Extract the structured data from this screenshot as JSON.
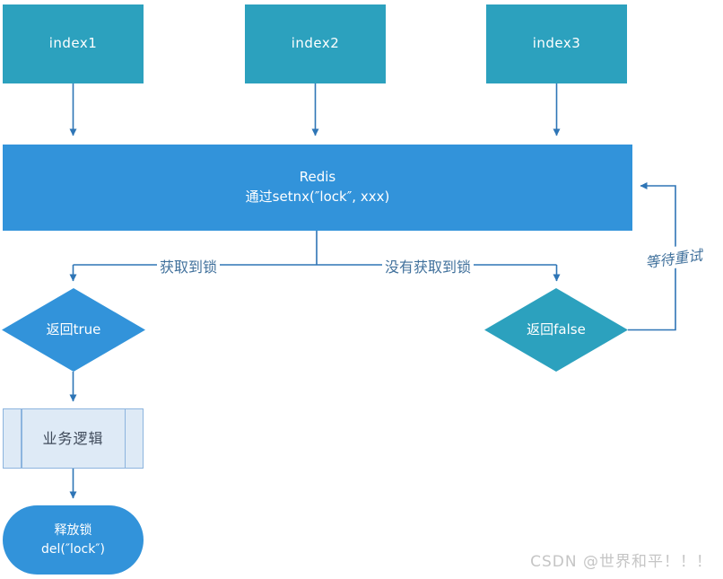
{
  "diagram": {
    "nodes": {
      "index1": {
        "label": "index1"
      },
      "index2": {
        "label": "index2"
      },
      "index3": {
        "label": "index3"
      },
      "redis": {
        "line1": "Redis",
        "line2": "通过setnx(″lock″, xxx)"
      },
      "return_true": {
        "label": "返回true"
      },
      "return_false": {
        "label": "返回false"
      },
      "business_logic": {
        "label": "业务逻辑"
      },
      "release_lock": {
        "line1": "释放锁",
        "line2": "del(″lock″)"
      }
    },
    "edge_labels": {
      "acquired": "获取到锁",
      "not_acquired": "没有获取到锁",
      "wait_retry": "等待重试"
    },
    "colors": {
      "teal_node": "#2CA1BE",
      "blue_node": "#3293DA",
      "connector_line": "#2E75B6",
      "edge_label_text": "#41719C",
      "process_fill": "#DEEAF6",
      "process_border": "#8CB4DE",
      "process_text": "#3F4A5A",
      "node_text": "#FFFFFF",
      "watermark_text": "#C5C5C5"
    },
    "watermark": "CSDN @世界和平！！！"
  }
}
